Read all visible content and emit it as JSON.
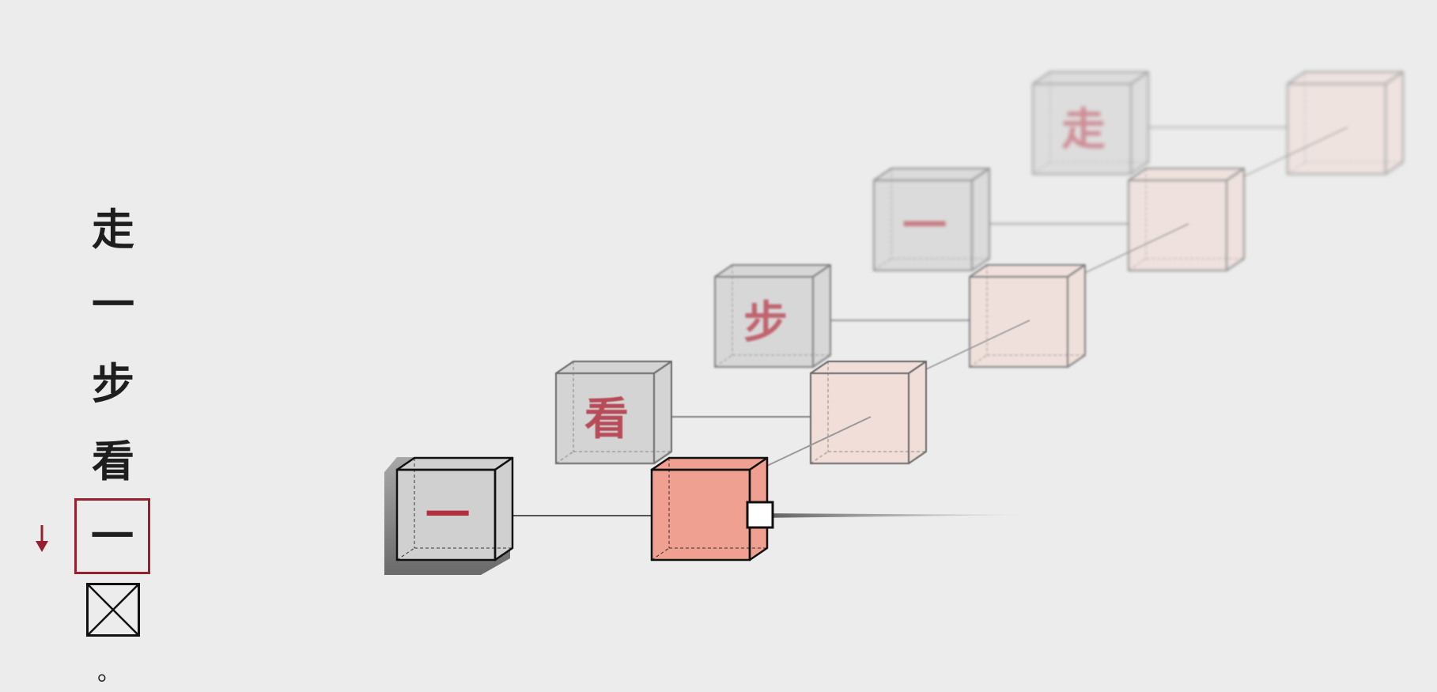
{
  "sentence": {
    "chars": [
      "走",
      "一",
      "步",
      "看",
      "一"
    ],
    "current_char": "一",
    "next_placeholder": "⊠",
    "period": "。"
  },
  "cubes": {
    "input_chars": [
      "一",
      "看",
      "步",
      "一",
      "走"
    ],
    "active_row": 0
  },
  "colors": {
    "accent": "#962030",
    "input_cube_face": "#d0d0d0",
    "active_cube_face": "#f0a090",
    "faded_cube_face": "#f2dcd6",
    "char_red": "#b0303f",
    "background": "#ececec"
  },
  "icons": {
    "current_marker": "down-arrow-icon",
    "next_token": "crossed-box-icon"
  }
}
